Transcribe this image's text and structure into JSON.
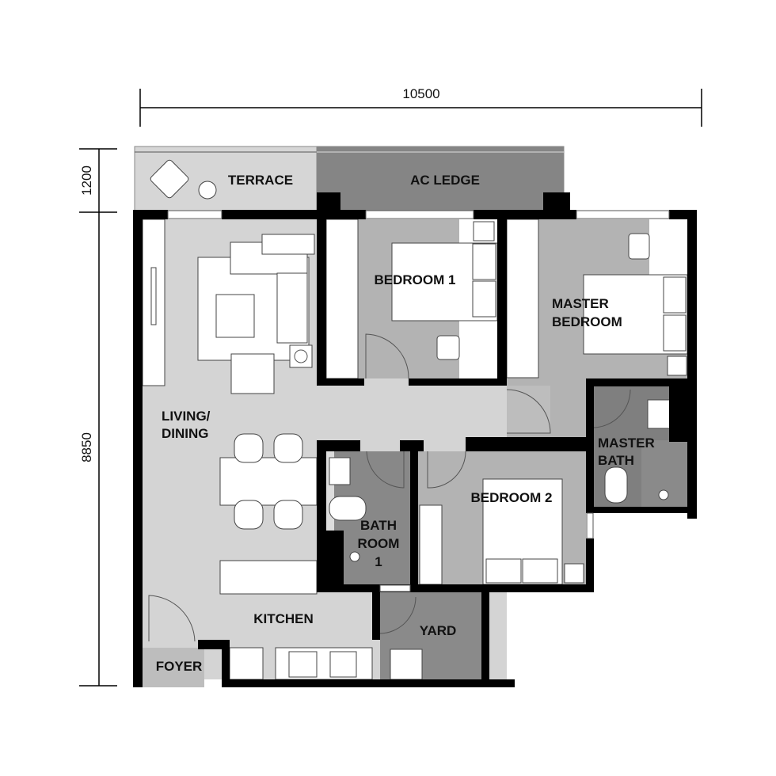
{
  "dimensions": {
    "width_label": "10500",
    "height_upper_label": "1200",
    "height_lower_label": "8850"
  },
  "rooms": {
    "terrace": "TERRACE",
    "ac_ledge": "AC LEDGE",
    "bedroom_1": "BEDROOM 1",
    "master_bedroom_line1": "MASTER",
    "master_bedroom_line2": "BEDROOM",
    "living_line1": "LIVING/",
    "living_line2": "DINING",
    "master_bath_line1": "MASTER",
    "master_bath_line2": "BATH",
    "bedroom_2": "BEDROOM 2",
    "bathroom_1_line1": "BATH",
    "bathroom_1_line2": "ROOM",
    "bathroom_1_line3": "1",
    "kitchen": "KITCHEN",
    "yard": "YARD",
    "foyer": "FOYER"
  },
  "colors": {
    "wall": "#000000",
    "living": "#d4d4d4",
    "bedroom": "#b3b3b3",
    "bath": "#7f7f7f",
    "ac_ledge": "#858585",
    "terrace": "#d6d6d6",
    "yard": "#8a8a8a",
    "foyer": "#bdbdbd"
  }
}
